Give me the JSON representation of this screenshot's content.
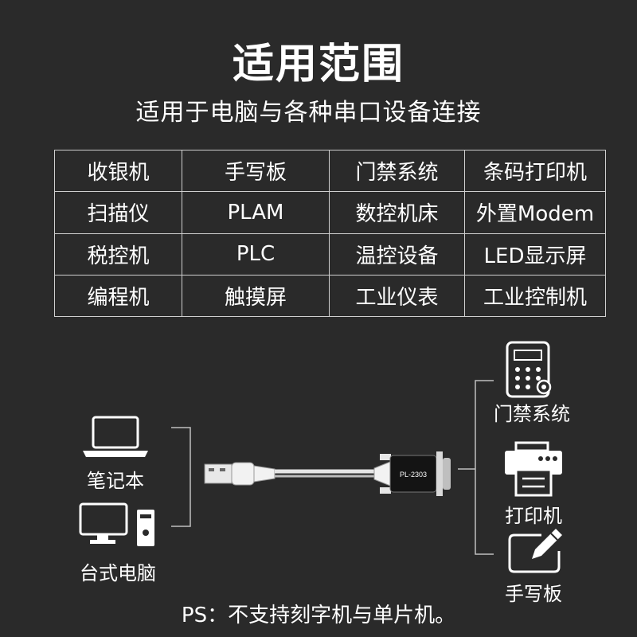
{
  "title": "适用范围",
  "subtitle": "适用于电脑与各种串口设备连接",
  "table": {
    "rows": [
      [
        "收银机",
        "手写板",
        "门禁系统",
        "条码打印机"
      ],
      [
        "扫描仪",
        "PLAM",
        "数控机床",
        "外置Modem"
      ],
      [
        "税控机",
        "PLC",
        "温控设备",
        "LED显示屏"
      ],
      [
        "编程机",
        "触摸屏",
        "工业仪表",
        "工业控制机"
      ]
    ]
  },
  "diagram": {
    "left_devices": [
      {
        "label": "笔记本",
        "icon": "laptop-icon"
      },
      {
        "label": "台式电脑",
        "icon": "desktop-computer-icon"
      }
    ],
    "adapter_label": "PL-2303",
    "right_devices": [
      {
        "label": "门禁系统",
        "icon": "access-control-keypad-icon"
      },
      {
        "label": "打印机",
        "icon": "printer-icon"
      },
      {
        "label": "手写板",
        "icon": "writing-tablet-icon"
      }
    ]
  },
  "footnote": "PS：不支持刻字机与单片机。"
}
